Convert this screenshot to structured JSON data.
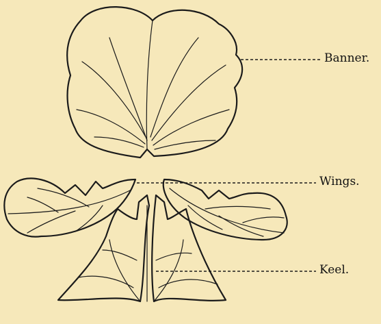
{
  "labels": {
    "banner": "Banner.",
    "wings": "Wings.",
    "keel": "Keel."
  }
}
